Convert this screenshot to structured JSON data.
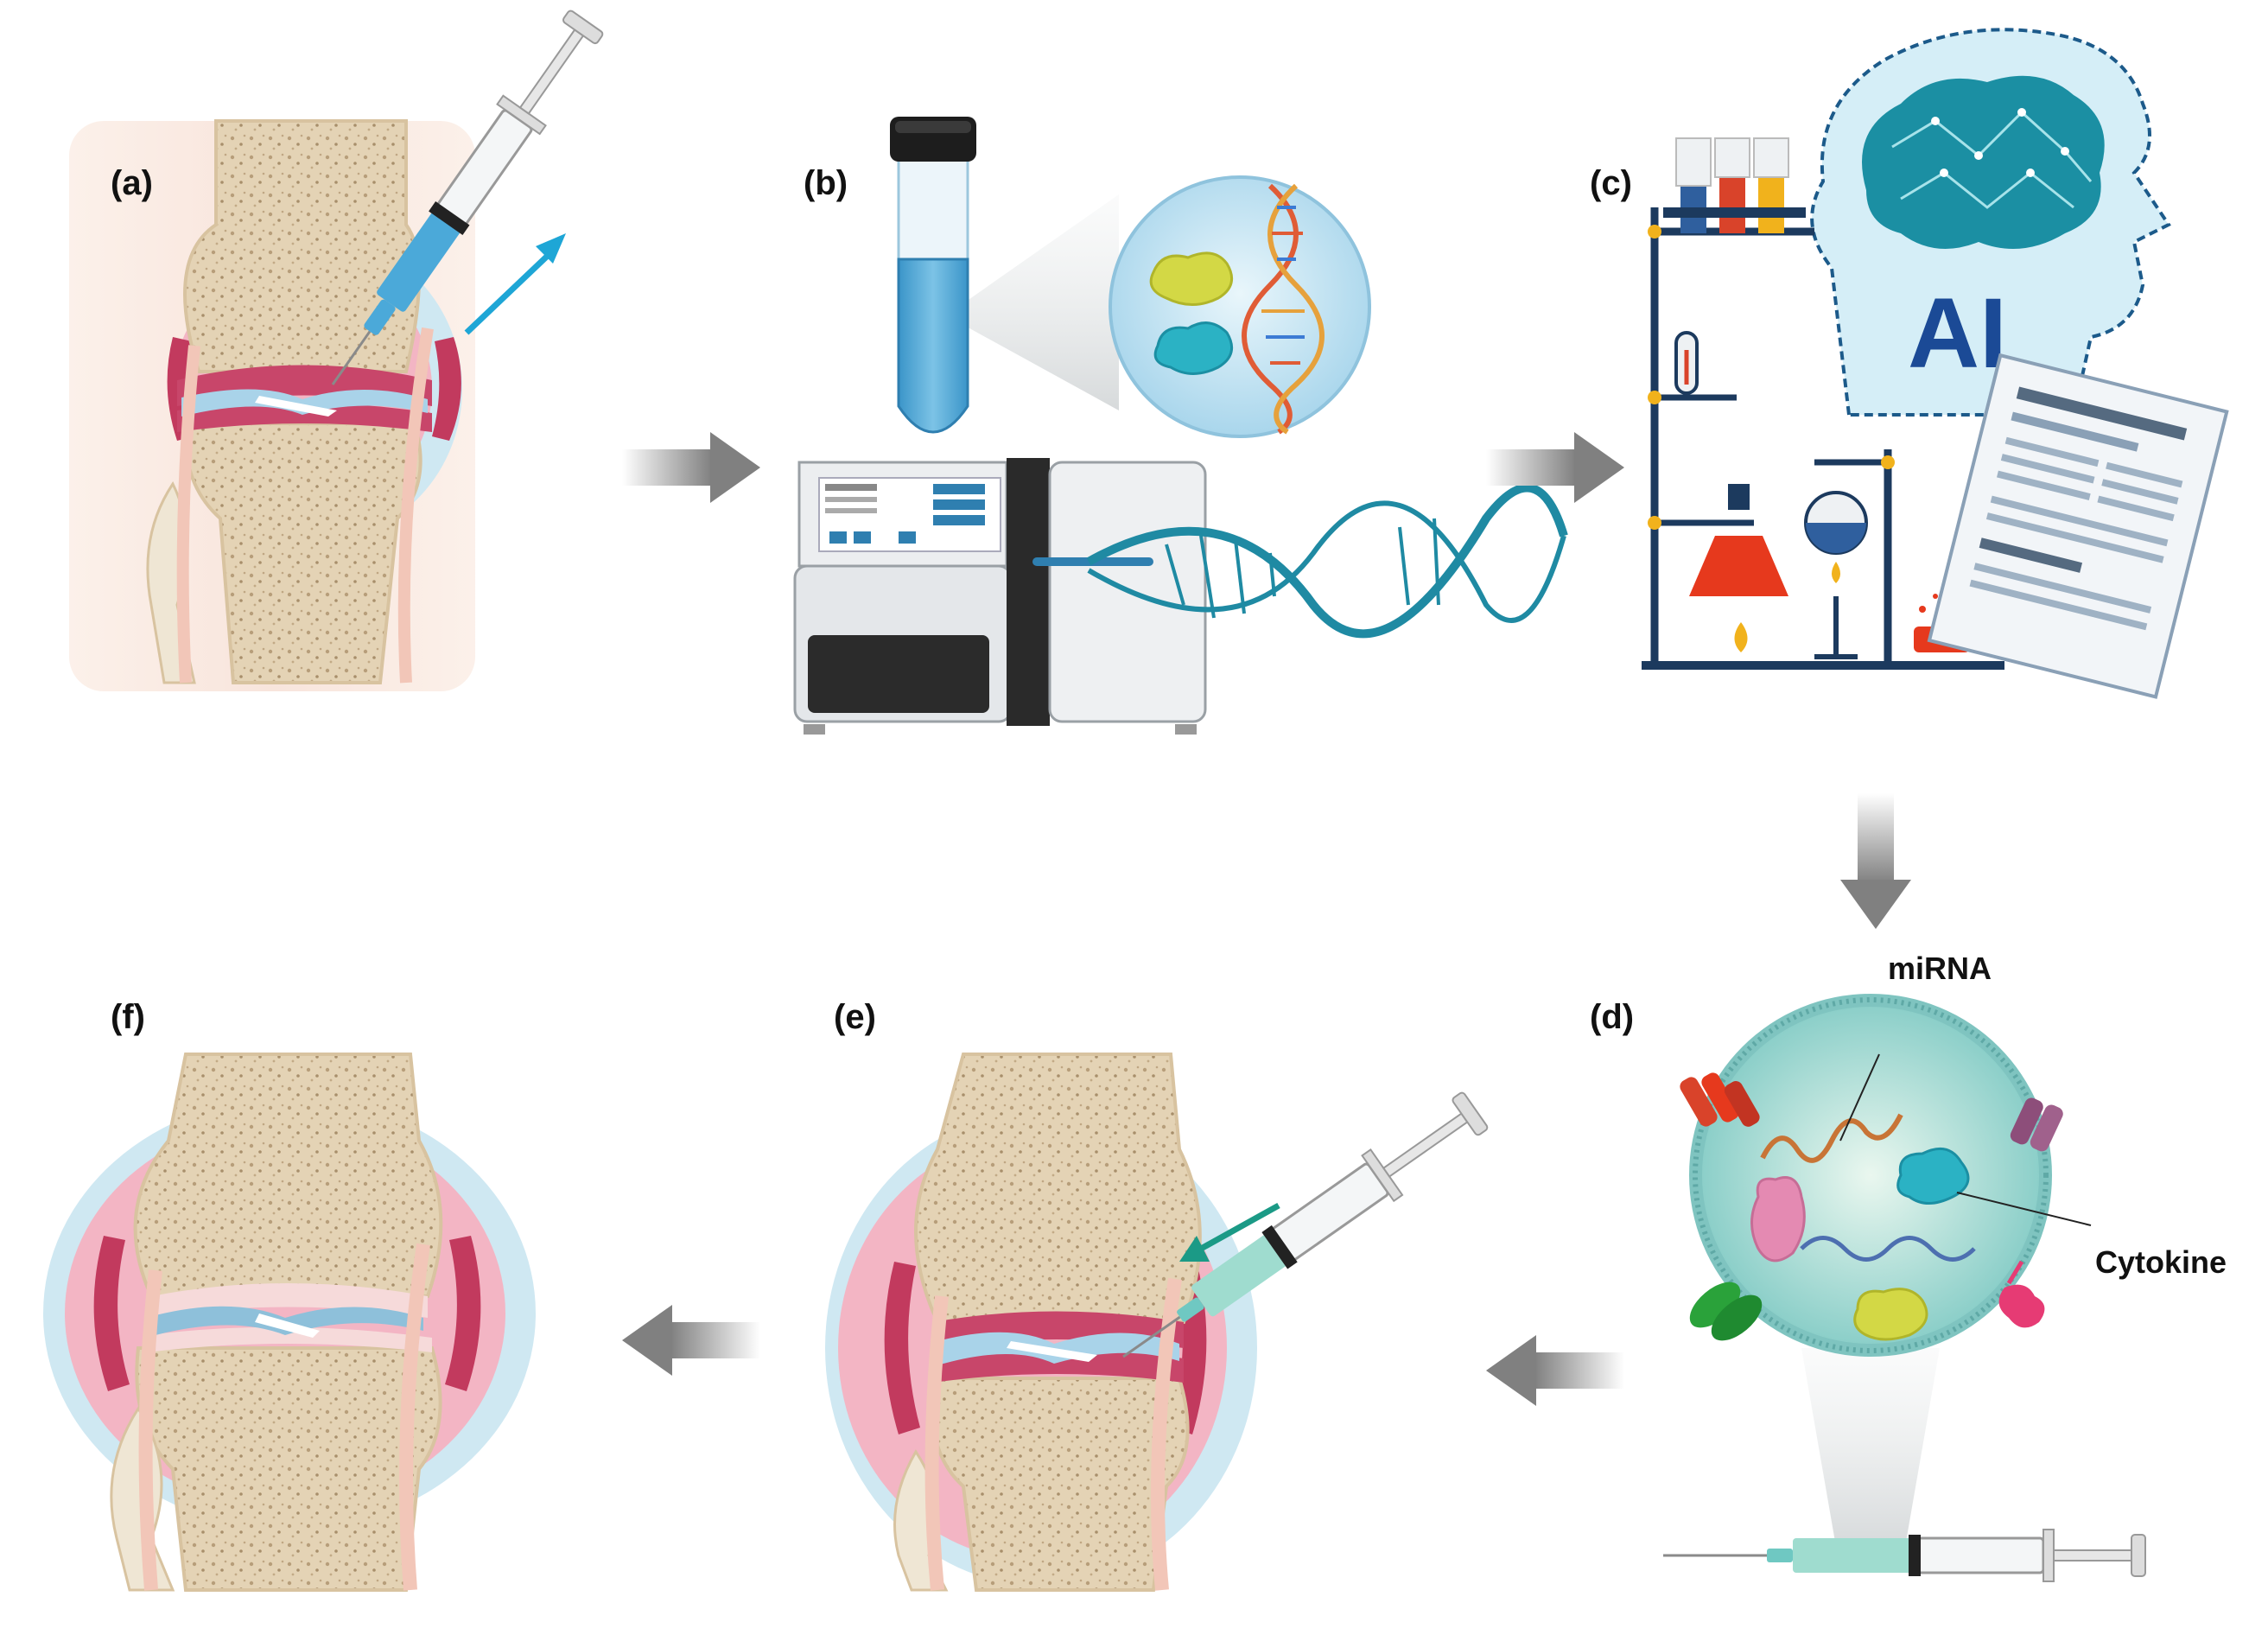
{
  "panels": {
    "a": {
      "label": "(a)"
    },
    "b": {
      "label": "(b)"
    },
    "c": {
      "label": "(c)",
      "ai_text": "AI"
    },
    "d": {
      "label": "(d)",
      "mirna_label": "miRNA",
      "cytokine_label": "Cytokine"
    },
    "e": {
      "label": "(e)"
    },
    "f": {
      "label": "(f)"
    }
  },
  "colors": {
    "bone": "#e3d1b3",
    "cartilage_inflamed": "#c8466a",
    "synovium_pink": "#f0a2b6",
    "capsule_blue": "#cfe8f2",
    "syringe_fluid": "#4ba9d9",
    "arrow_gray": "#8c8c8c",
    "ai_teal": "#1b8fa3",
    "lab_navy": "#1c3a5e",
    "vesicle_teal": "#8fd3cf"
  },
  "icons": [
    "syringe-icon",
    "test-tube-icon",
    "dna-icon",
    "sequencer-icon",
    "brain-icon",
    "lab-stand-icon",
    "document-icon",
    "vesicle-icon",
    "knee-joint-icon"
  ]
}
